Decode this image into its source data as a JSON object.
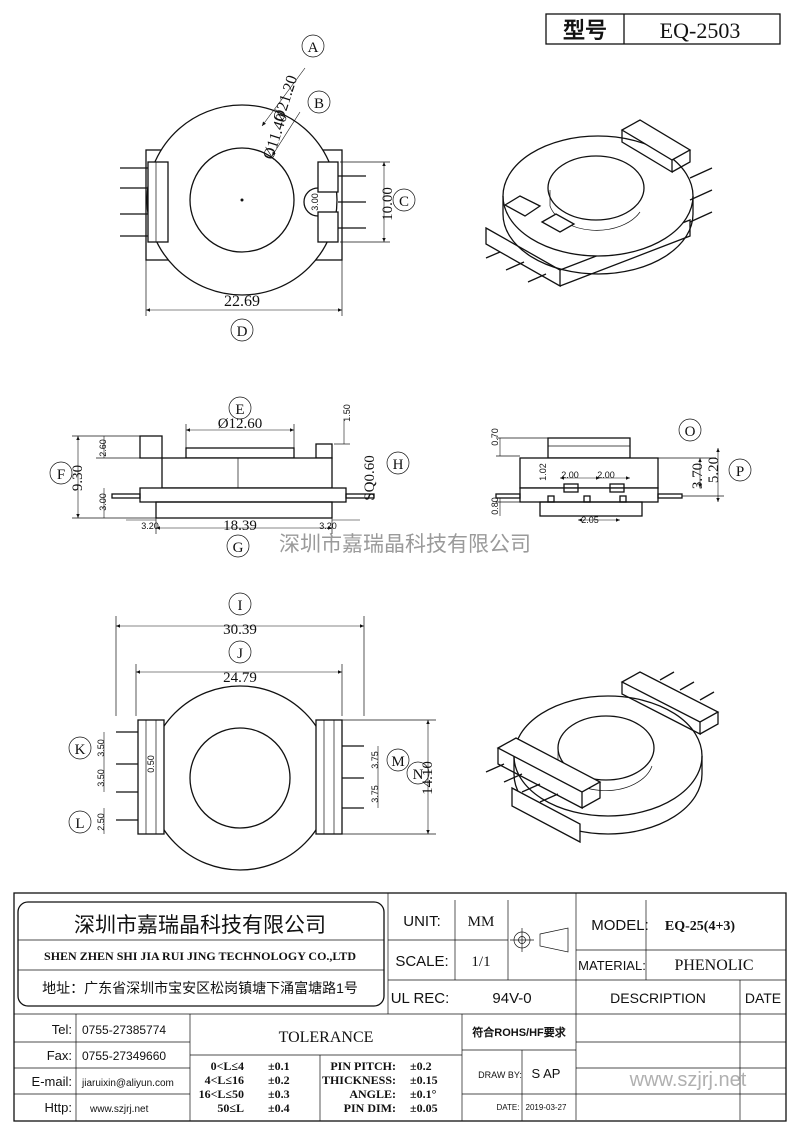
{
  "header": {
    "model_label": "型号",
    "model_value": "EQ-2503"
  },
  "dims": {
    "A": "A",
    "B": "B",
    "C": "C",
    "D": "D",
    "E": "E",
    "F": "F",
    "G": "G",
    "H": "H",
    "I": "I",
    "J": "J",
    "K": "K",
    "L": "L",
    "M": "M",
    "N": "N",
    "O": "O",
    "P": "P",
    "a_val": "Ø21.20",
    "b_val": "Ø11.40",
    "c_val": "10.00",
    "c_inner": "3.00",
    "d_val": "22.69",
    "e_val": "Ø12.60",
    "f_val": "9.30",
    "f_top": "2.60",
    "f_bot": "3.00",
    "g_val": "18.39",
    "g_left": "3.20",
    "g_right": "3.20",
    "h_val": "SQ0.60",
    "h_top": "1.50",
    "o_top": "0.70",
    "o_mid": "1.02",
    "o_bot": "0.80",
    "o_val": "3.70",
    "p_val": "5.20",
    "pitch1": "2.00",
    "pitch2": "2.00",
    "pitch3": "2.05",
    "i_val": "30.39",
    "j_val": "24.79",
    "k_val": "3.50",
    "k2": "3.50",
    "k_small": "0.50",
    "l_val": "2.50",
    "m_val": "3.75",
    "m2": "3.75",
    "n_val": "14.10"
  },
  "watermark": {
    "company": "深圳市嘉瑞晶科技有限公司",
    "url": "www.szjrj.net"
  },
  "titleblock": {
    "company_cn": "深圳市嘉瑞晶科技有限公司",
    "company_en": "SHEN ZHEN SHI  JIA RUI JING  TECHNOLOGY CO.,LTD",
    "address": "地址：广东省深圳市宝安区松岗镇塘下涌富塘路1号",
    "unit_label": "UNIT:",
    "unit_value": "MM",
    "scale_label": "SCALE:",
    "scale_value": "1/1",
    "ul_label": "UL REC:",
    "ul_value": "94V-0",
    "model_label": "MODEL:",
    "model_value": "EQ-25(4+3)",
    "material_label": "MATERIAL:",
    "material_value": "PHENOLIC",
    "description_label": "DESCRIPTION",
    "date_label": "DATE",
    "tel_label": "Tel:",
    "tel_value": "0755-27385774",
    "fax_label": "Fax:",
    "fax_value": "0755-27349660",
    "email_label": "E-mail:",
    "email_value": "jiaruixin@aliyun.com",
    "http_label": "Http:",
    "http_value": "www.szjrj.net",
    "tolerance_label": "TOLERANCE",
    "tol_rows": [
      [
        "0<L≤4",
        "±0.1"
      ],
      [
        "4<L≤16",
        "±0.2"
      ],
      [
        "16<L≤50",
        "±0.3"
      ],
      [
        "50≤L",
        "±0.4"
      ]
    ],
    "pin_rows": [
      [
        "PIN PITCH:",
        "±0.2"
      ],
      [
        "THICKNESS:",
        "±0.15"
      ],
      [
        "ANGLE:",
        "±0.1°"
      ],
      [
        "PIN DIM:",
        "±0.05"
      ]
    ],
    "rohs": "符合ROHS/HF要求",
    "draw_label": "DRAW BY:",
    "draw_value": "S AP",
    "date_field_label": "DATE:",
    "date_value": "2019-03-27"
  }
}
